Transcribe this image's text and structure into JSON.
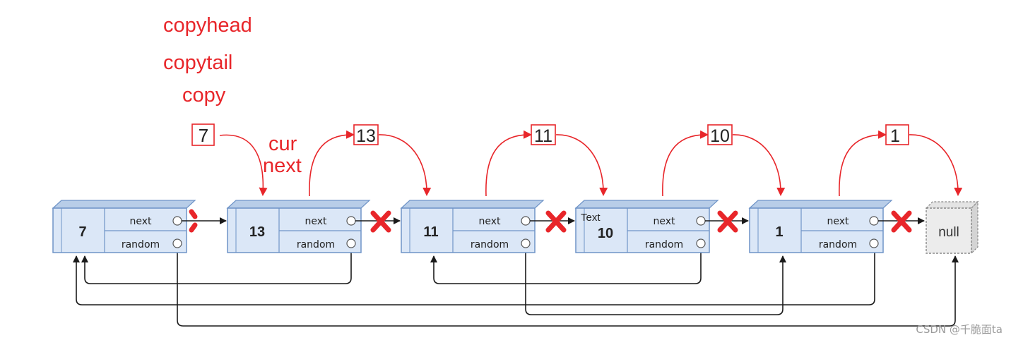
{
  "labels": {
    "copyhead": "copyhead",
    "copytail": "copytail",
    "copy": "copy",
    "cur": "cur",
    "next": "next",
    "text_label": "Text"
  },
  "field_labels": {
    "next": "next",
    "random": "random"
  },
  "nodes": [
    {
      "value": "7"
    },
    {
      "value": "13"
    },
    {
      "value": "11"
    },
    {
      "value": "10"
    },
    {
      "value": "1"
    }
  ],
  "copies": [
    {
      "value": "7"
    },
    {
      "value": "13"
    },
    {
      "value": "11"
    },
    {
      "value": "10"
    },
    {
      "value": "1"
    }
  ],
  "null_label": "null",
  "watermark": "CSDN @千脆面ta",
  "colors": {
    "node_fill": "#dbe7f7",
    "node_fill_dark": "#b8cde8",
    "node_border": "#6f94c7",
    "red": "#e8262a",
    "link": "#1a1a1a"
  }
}
